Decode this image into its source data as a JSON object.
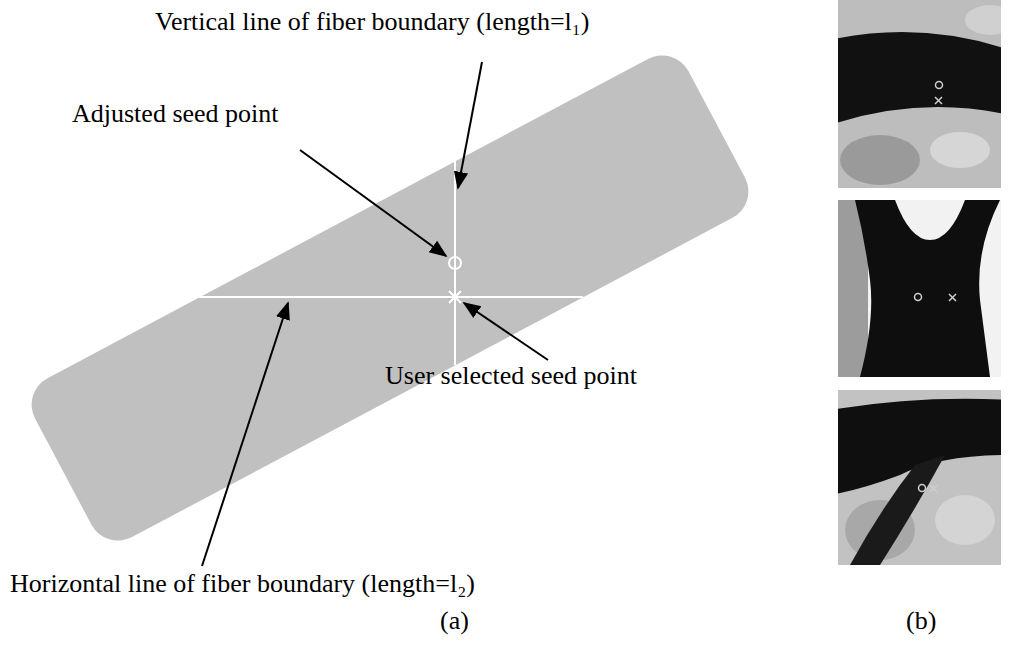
{
  "diagram": {
    "labels": [
      "Vertical line of fiber boundary (length=l₁)",
      "Adjusted seed point",
      "User selected seed point",
      "Horizontal line of fiber boundary (length=l₂)",
      "(a)",
      "(b)"
    ]
  }
}
